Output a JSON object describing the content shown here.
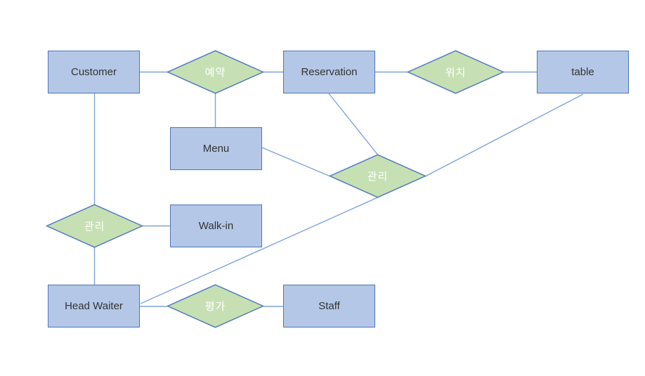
{
  "diagram": {
    "type": "er-diagram",
    "entities": [
      {
        "id": "customer",
        "label": "Customer"
      },
      {
        "id": "reservation",
        "label": "Reservation"
      },
      {
        "id": "table",
        "label": "table"
      },
      {
        "id": "menu",
        "label": "Menu"
      },
      {
        "id": "walk-in",
        "label": "Walk-in"
      },
      {
        "id": "head-waiter",
        "label": "Head Waiter"
      },
      {
        "id": "staff",
        "label": "Staff"
      }
    ],
    "relationships": [
      {
        "id": "yeyak",
        "label": "예약"
      },
      {
        "id": "wichi",
        "label": "위치"
      },
      {
        "id": "gwanri-center",
        "label": "관리"
      },
      {
        "id": "gwanri-left",
        "label": "관리"
      },
      {
        "id": "pyeongga",
        "label": "평가"
      }
    ],
    "edges": [
      {
        "from": "customer",
        "to": "yeyak"
      },
      {
        "from": "yeyak",
        "to": "reservation"
      },
      {
        "from": "yeyak",
        "to": "menu"
      },
      {
        "from": "reservation",
        "to": "wichi"
      },
      {
        "from": "wichi",
        "to": "table"
      },
      {
        "from": "reservation",
        "to": "gwanri-center"
      },
      {
        "from": "menu",
        "to": "gwanri-center"
      },
      {
        "from": "table",
        "to": "gwanri-center"
      },
      {
        "from": "head-waiter",
        "to": "gwanri-center"
      },
      {
        "from": "customer",
        "to": "gwanri-left"
      },
      {
        "from": "gwanri-left",
        "to": "walk-in"
      },
      {
        "from": "gwanri-left",
        "to": "head-waiter"
      },
      {
        "from": "head-waiter",
        "to": "pyeongga"
      },
      {
        "from": "pyeongga",
        "to": "staff"
      }
    ],
    "colors": {
      "entity_fill": "#b4c7e7",
      "entity_border": "#4a77bc",
      "entity_text": "#333333",
      "relationship_fill": "#c6e0b4",
      "relationship_border": "#4e7ac0",
      "relationship_text": "#ffffff",
      "connector": "#7fa3dc",
      "background": "#ffffff"
    }
  }
}
